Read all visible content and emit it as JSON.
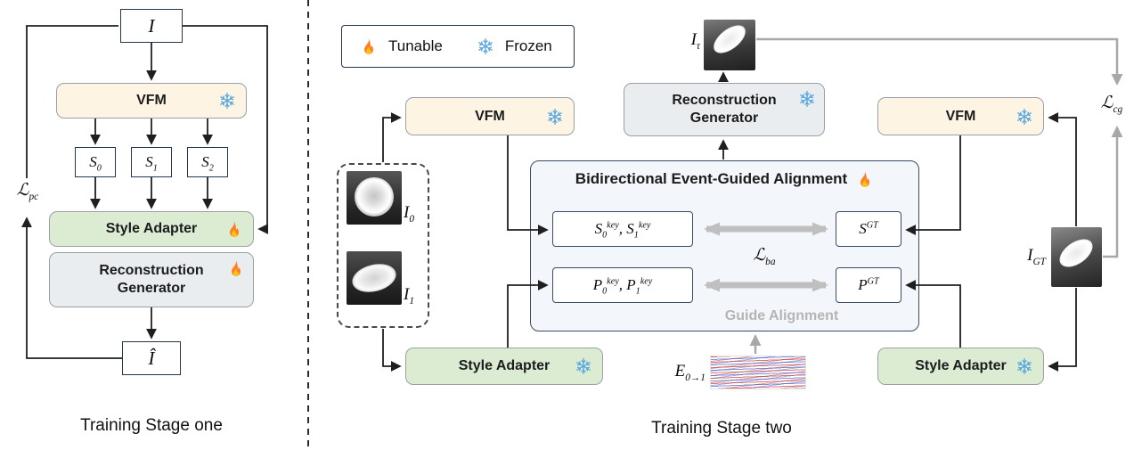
{
  "legend": {
    "tunable": "Tunable",
    "frozen": "Frozen"
  },
  "icons": {
    "tunable": "flame",
    "frozen": "snowflake"
  },
  "stage_one": {
    "title": "Training Stage one",
    "input_label": "I",
    "vfm_label": "VFM",
    "features": [
      "S_0",
      "S_1",
      "S_2"
    ],
    "style_adapter_label": "Style Adapter",
    "generator_label": "Reconstruction Generator",
    "output_label": "Î",
    "loss_pc": "ℒ_{pc}"
  },
  "stage_two": {
    "title": "Training Stage two",
    "vfm_left_label": "VFM",
    "vfm_right_label": "VFM",
    "generator_label": "Reconstruction Generator",
    "style_adapter_left_label": "Style Adapter",
    "style_adapter_right_label": "Style Adapter",
    "alignment": {
      "title": "Bidirectional Event-Guided Alignment",
      "s_key": "S_0^{key}, S_1^{key}",
      "p_key": "P_0^{key}, P_1^{key}",
      "s_gt": "S^{GT}",
      "p_gt": "P^{GT}",
      "loss_ba": "ℒ_{ba}",
      "guide_label": "Guide Alignment"
    },
    "inputs": {
      "i0": "I_0",
      "i1": "I_1"
    },
    "event_label": "E_{0→1}",
    "target_label": "I_τ",
    "gt_label": "I_{GT}",
    "loss_cg": "ℒ_{cg}"
  },
  "colors": {
    "vfm_bg": "#fdf4e3",
    "adapter_bg": "#dcecd3",
    "generator_bg": "#e9edf0",
    "alignment_bg": "#f3f6fb",
    "box_border": "#9aa0a6",
    "dark_border": "#24354d",
    "flame_orange": "#ff7f27",
    "flame_yellow": "#ffc20e",
    "snowflake_blue": "#58a6de",
    "arrow_black": "#1f1f1f",
    "arrow_gray": "#a8a8a8",
    "double_arrow_gray": "#bfbfbf",
    "guide_text": "#b5b5b5",
    "event_red": "#c03030",
    "event_blue": "#3048c0"
  }
}
